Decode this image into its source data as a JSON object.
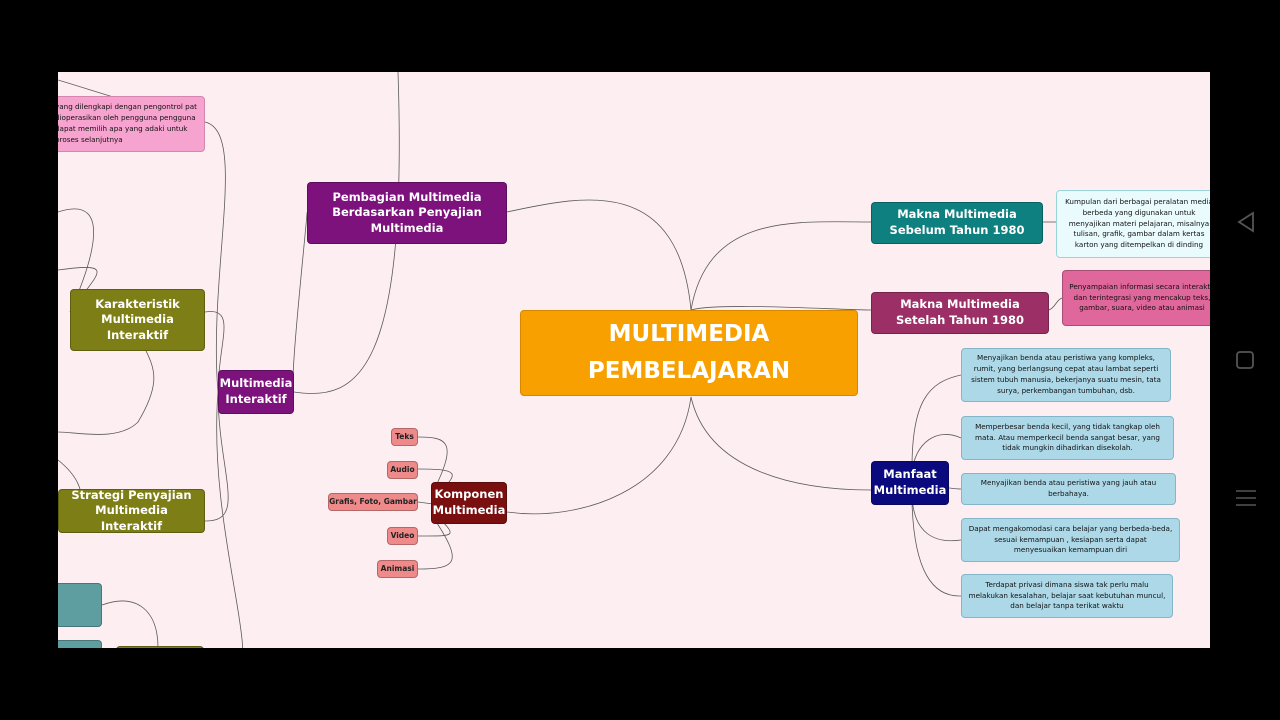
{
  "center": {
    "title": "MULTIMEDIA PEMBELAJARAN"
  },
  "right": {
    "sebelum": {
      "label": "Makna Multimedia Sebelum Tahun 1980",
      "desc": "Kumpulan dari berbagai peralatan media berbeda yang digunakan untuk menyajikan materi pelajaran, misalnya tulisan, grafik, gambar dalam kertas karton yang ditempelkan di dinding"
    },
    "setelah": {
      "label": "Makna Multimedia Setelah Tahun 1980",
      "desc": "Penyampaian informasi secara interaktif dan terintegrasi yang mencakup teks, gambar, suara, video atau animasi"
    },
    "manfaat": {
      "label": "Manfaat Multimedia",
      "items": [
        "Menyajikan benda atau peristiwa yang kompleks, rumit, yang berlangsung cepat atau lambat seperti sistem tubuh manusia, bekerjanya suatu mesin, tata surya, perkembangan tumbuhan, dsb.",
        "Memperbesar benda kecil, yang tidak tangkap oleh mata. Atau memperkecil benda sangat besar, yang tidak mungkin dihadirkan disekolah.",
        "Menyajikan benda atau peristiwa yang jauh atau berbahaya.",
        "Dapat mengakomodasi cara belajar yang berbeda-beda, sesuai kemampuan , kesiapan serta dapat menyesuaikan kemampuan diri",
        "Terdapat privasi dimana siswa tak perlu malu melakukan kesalahan, belajar saat kebutuhan muncul, dan belajar tanpa terikat waktu"
      ]
    }
  },
  "left": {
    "pembagian": "Pembagian Multimedia Berdasarkan Penyajian Multimedia",
    "interaktif": "Multimedia Interaktif",
    "karakteristik": "Karakteristik Multimedia Interaktif",
    "strategi": "Strategi Penyajian Multimedia Interaktif",
    "pink_desc": "yang dilengkapi dengan pengontrol pat dioperasikan oleh pengguna pengguna dapat memilih apa yang adaki untuk proses selanjutnya",
    "komponen": {
      "label": "Komponen Multimedia",
      "items": [
        "Teks",
        "Audio",
        "Grafis, Foto, Gambar",
        "Video",
        "Animasi"
      ]
    }
  },
  "colors": {
    "background": "#fdeef2",
    "center": "#f7a000",
    "teal": "#0e8080",
    "maroon_pink": "#9c3066",
    "navy": "#0a0a7e",
    "purple": "#7d127d",
    "olive": "#7e7e16",
    "dark_red": "#7a0f0f",
    "light_blue": "#acd8e8",
    "salmon": "#ef8a8a",
    "pink_leaf": "#f7a3cf"
  },
  "icons": {
    "back": "triangle-back-icon",
    "home": "square-home-icon",
    "menu": "hamburger-menu-icon"
  }
}
